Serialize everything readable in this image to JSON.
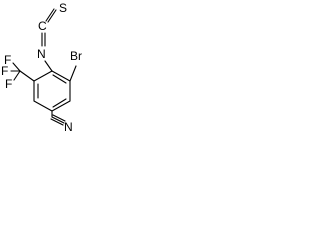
{
  "molecule": {
    "atoms": {
      "isothiocyanate_s": "S",
      "isothiocyanate_c": "C",
      "isothiocyanate_n": "N",
      "bromine": "Br",
      "fluorine_1": "F",
      "fluorine_2": "F",
      "fluorine_3": "F",
      "nitrile_n": "N"
    }
  }
}
